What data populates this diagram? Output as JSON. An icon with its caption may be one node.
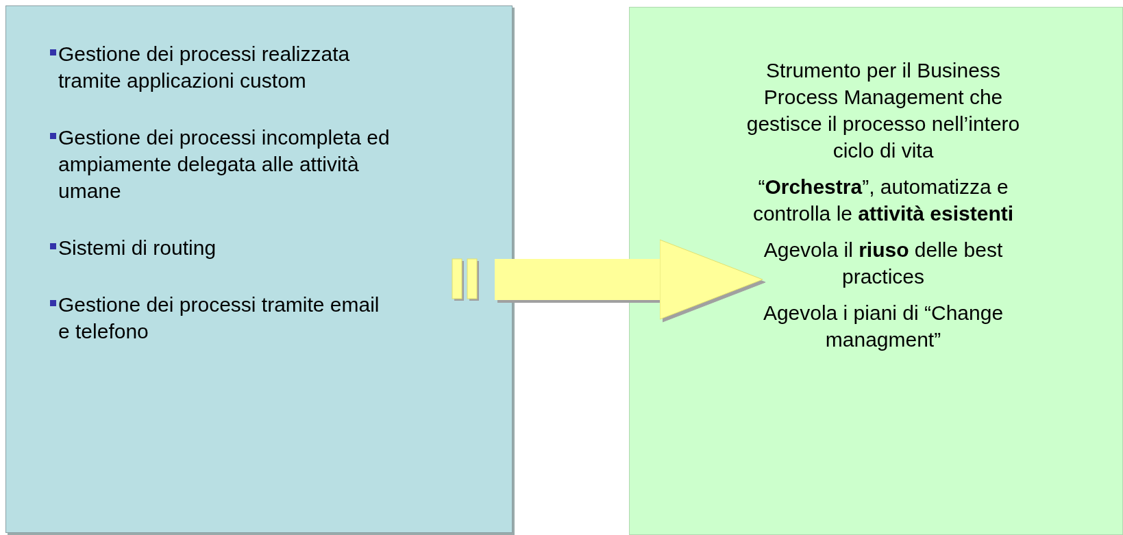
{
  "diagram": {
    "nodes": [
      {
        "text": [
          "Gestione dei processi realizzata tramite applicazioni custom",
          "Gestione dei processi incompleta ed ampiamente delegata alle attività umane",
          "Sistemi di routing",
          "Gestione dei processi tramite email e telefono"
        ]
      },
      {
        "text": [
          "Strumento per il Business Process Management che gestisce il processo nell’intero ciclo di vita",
          "“**Orchestra**”, automatizza e controlla le **attività esistenti**",
          "Agevola il **riuso** delle best practices",
          "Agevola i piani di “Change managment”"
        ]
      }
    ],
    "edges": [
      {
        "from": 0,
        "to": 1,
        "arrow": "to"
      }
    ]
  }
}
